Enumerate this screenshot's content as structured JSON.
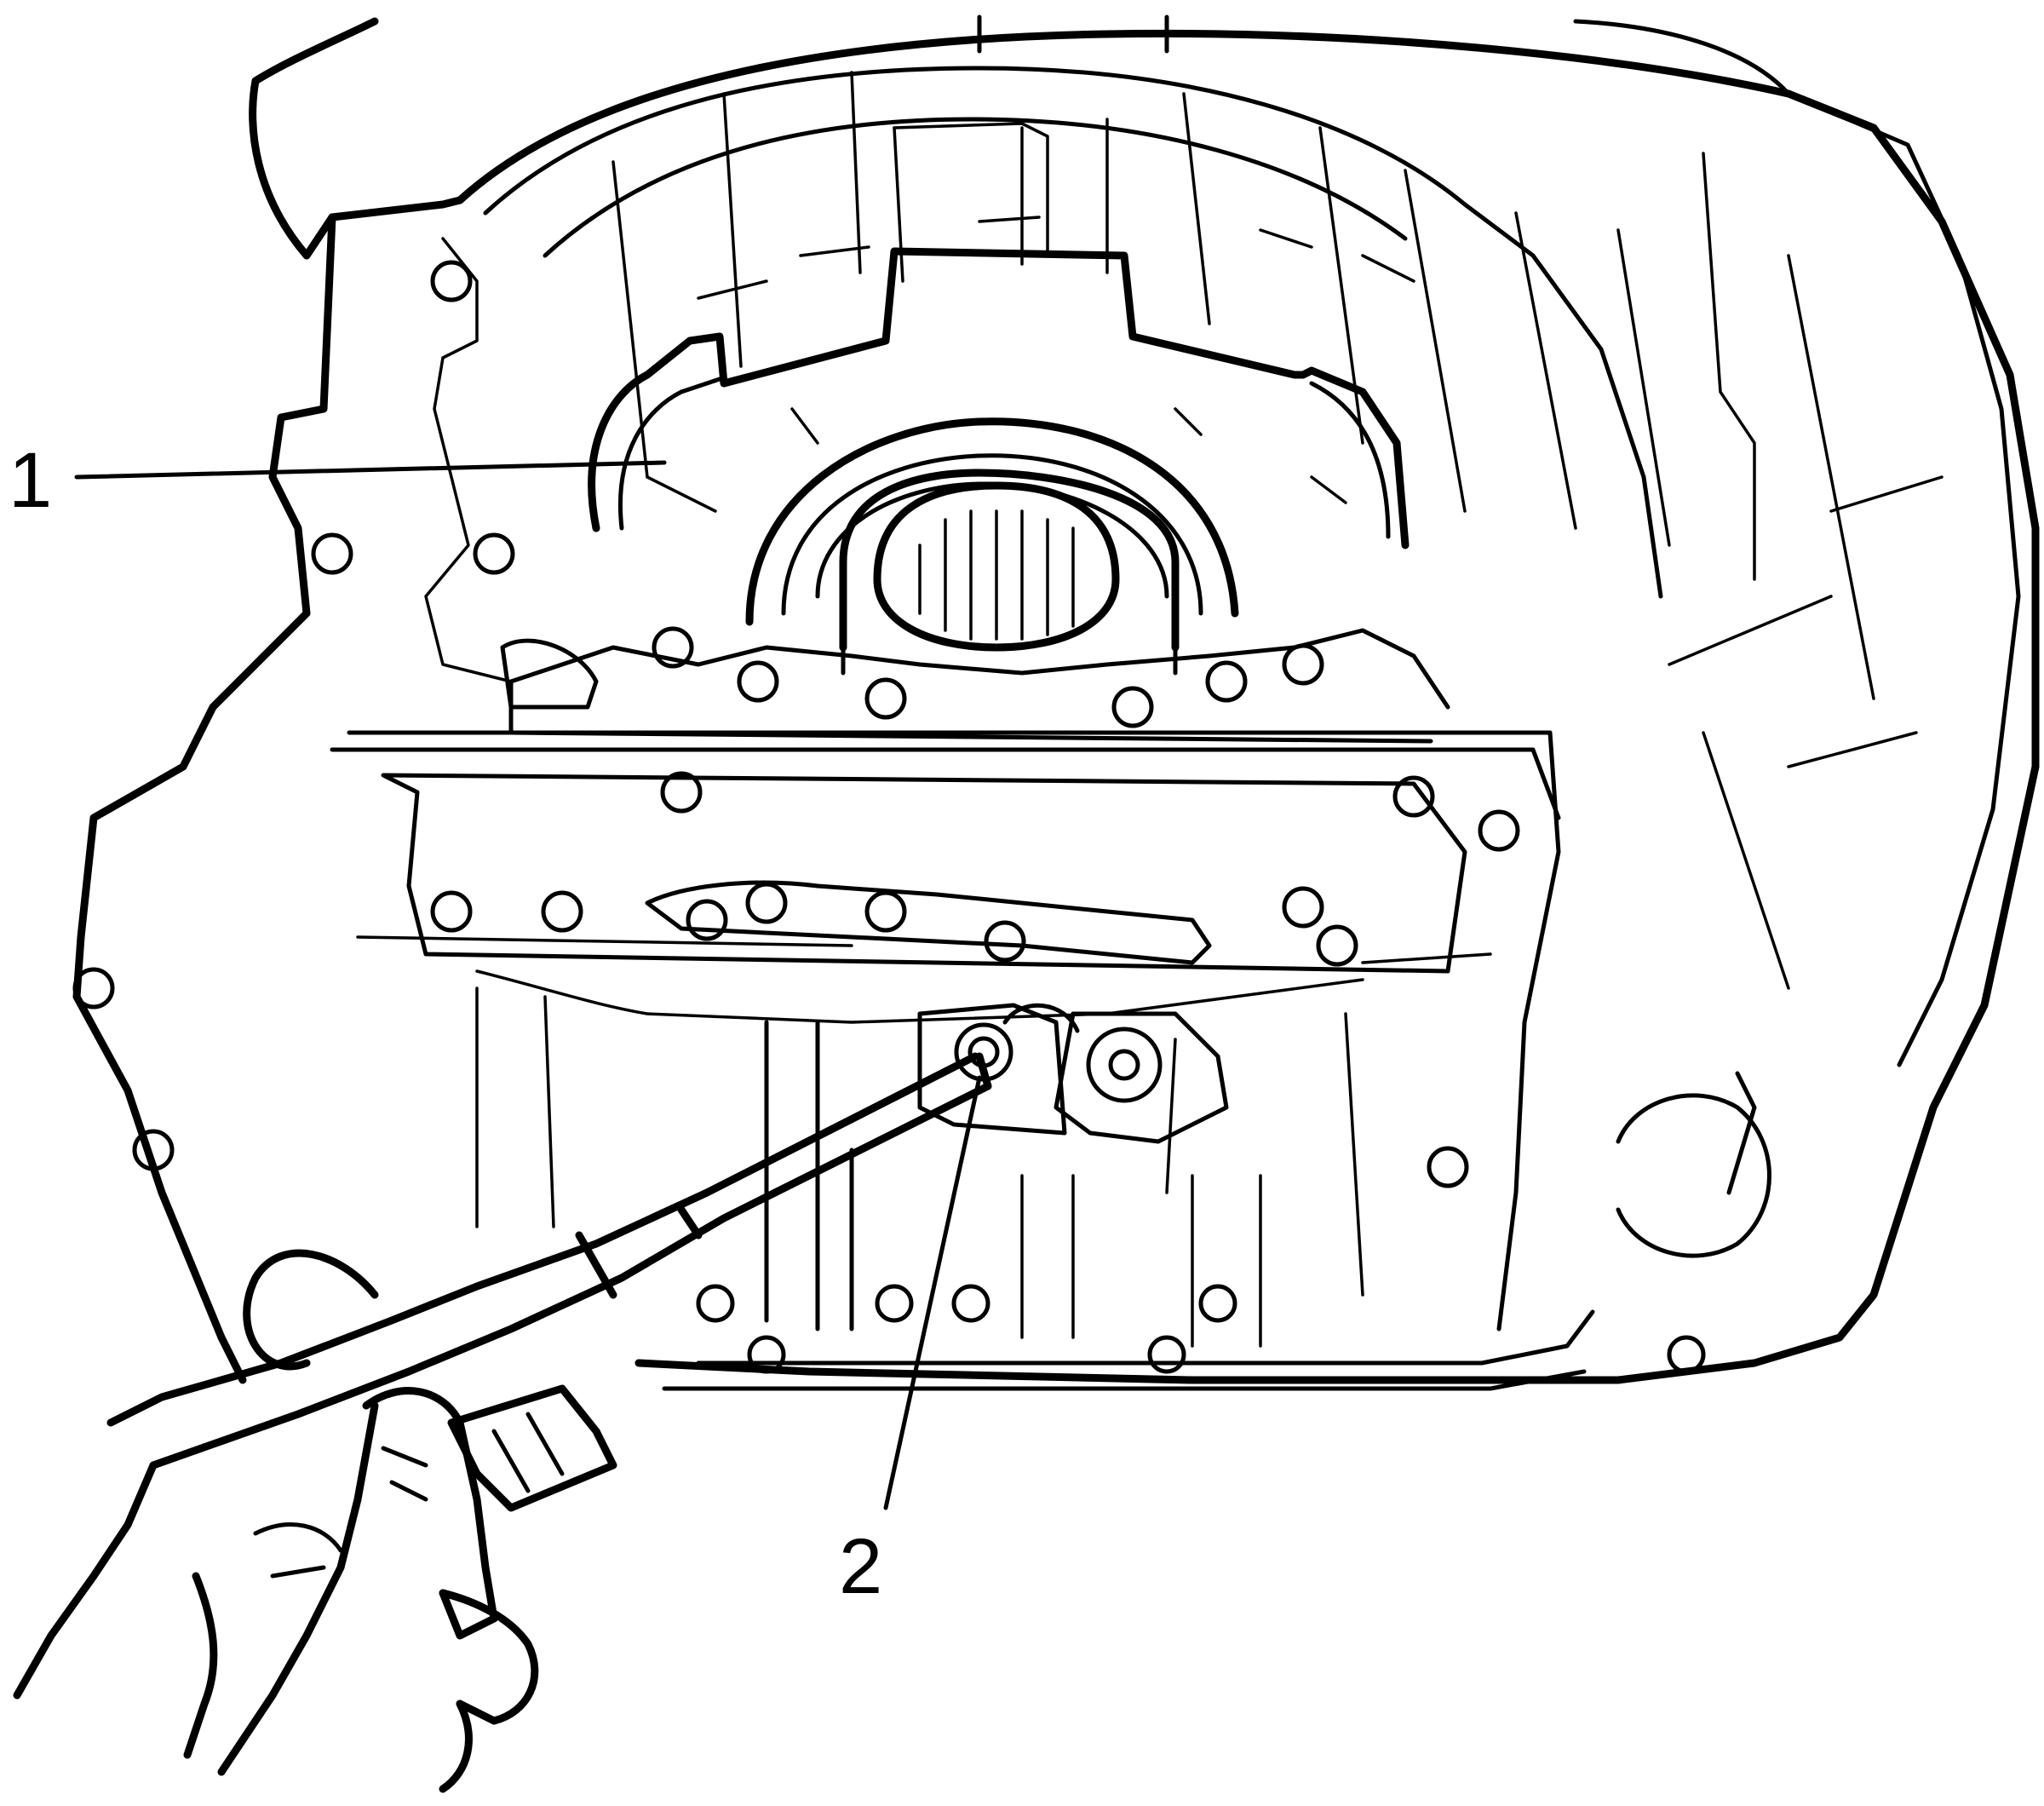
{
  "diagram": {
    "background": "#ffffff",
    "line_color": "#000000",
    "callouts": [
      {
        "id": "1",
        "label": "1"
      },
      {
        "id": "2",
        "label": "2"
      }
    ]
  }
}
